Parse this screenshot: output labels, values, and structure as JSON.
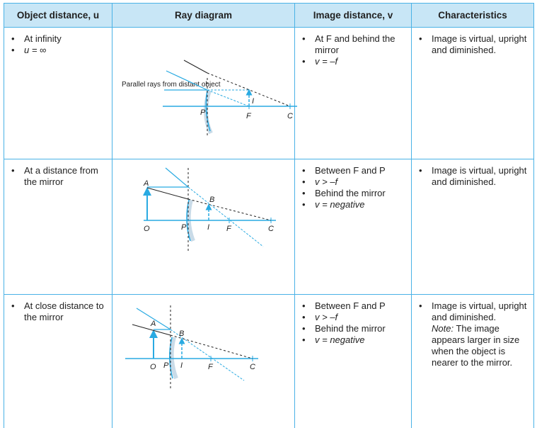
{
  "headers": {
    "object_distance": "Object distance, u",
    "ray_diagram": "Ray diagram",
    "image_distance": "Image distance, v",
    "characteristics": "Characteristics"
  },
  "rows": [
    {
      "object": [
        "At infinity",
        "u = ∞"
      ],
      "image": [
        "At F and behind the mirror",
        "v = –f"
      ],
      "characteristics": [
        "Image is virtual, upright and diminished."
      ],
      "diagram": {
        "caption": "Parallel rays from distant object",
        "labels": {
          "P": "P",
          "F": "F",
          "C": "C",
          "I": "I"
        }
      }
    },
    {
      "object": [
        "At a distance from the mirror"
      ],
      "image": [
        "Between F and P",
        "v > –f",
        "Behind the mirror",
        "v = negative"
      ],
      "characteristics": [
        "Image is virtual, upright and diminished."
      ],
      "diagram": {
        "labels": {
          "A": "A",
          "B": "B",
          "O": "O",
          "P": "P",
          "I": "I",
          "F": "F",
          "C": "C"
        }
      }
    },
    {
      "object": [
        "At close distance to the mirror"
      ],
      "image": [
        "Between F and P",
        "v > –f",
        "Behind the mirror",
        "v = negative"
      ],
      "characteristics": [
        "Image is virtual, upright and diminished."
      ],
      "note_label": "Note:",
      "note": "The image appears larger in size when the object is nearer to the mirror.",
      "diagram": {
        "labels": {
          "A": "A",
          "B": "B",
          "O": "O",
          "P": "P",
          "I": "I",
          "F": "F",
          "C": "C"
        }
      }
    }
  ],
  "colors": {
    "header_bg": "#c8e6f6",
    "border": "#4ab2e6",
    "ray": "#29aae2"
  }
}
